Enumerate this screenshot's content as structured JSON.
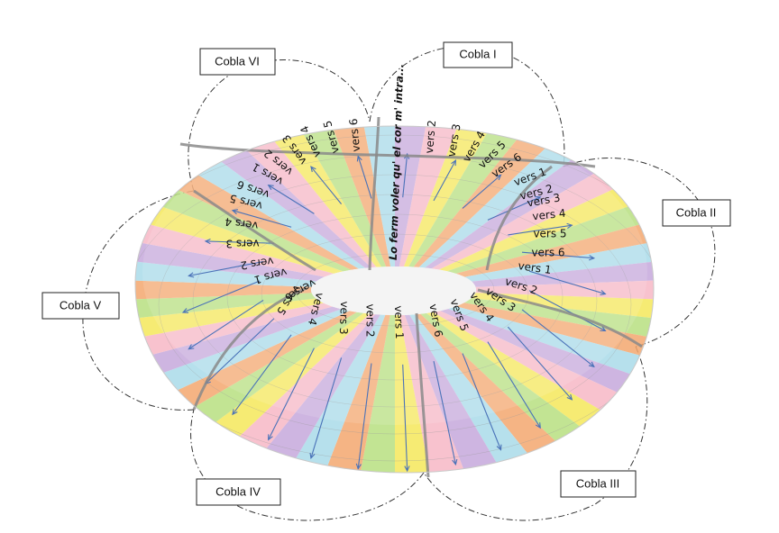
{
  "title_text": "Lo ferm voler qu' el cor m' intra...",
  "coblas": [
    "Cobla I",
    "Cobla II",
    "Cobla III",
    "Cobla IV",
    "Cobla V",
    "Cobla VI"
  ],
  "verses": [
    "vers 1",
    "vers 2",
    "vers 3",
    "vers 4",
    "vers 5",
    "vers 6"
  ],
  "stripe_colors": [
    "#c5a8dc",
    "#f7b7c6",
    "#f5e85a",
    "#b7df80",
    "#f3a76e",
    "#a9dbe9"
  ],
  "arrow_color": "#4a72b8"
}
